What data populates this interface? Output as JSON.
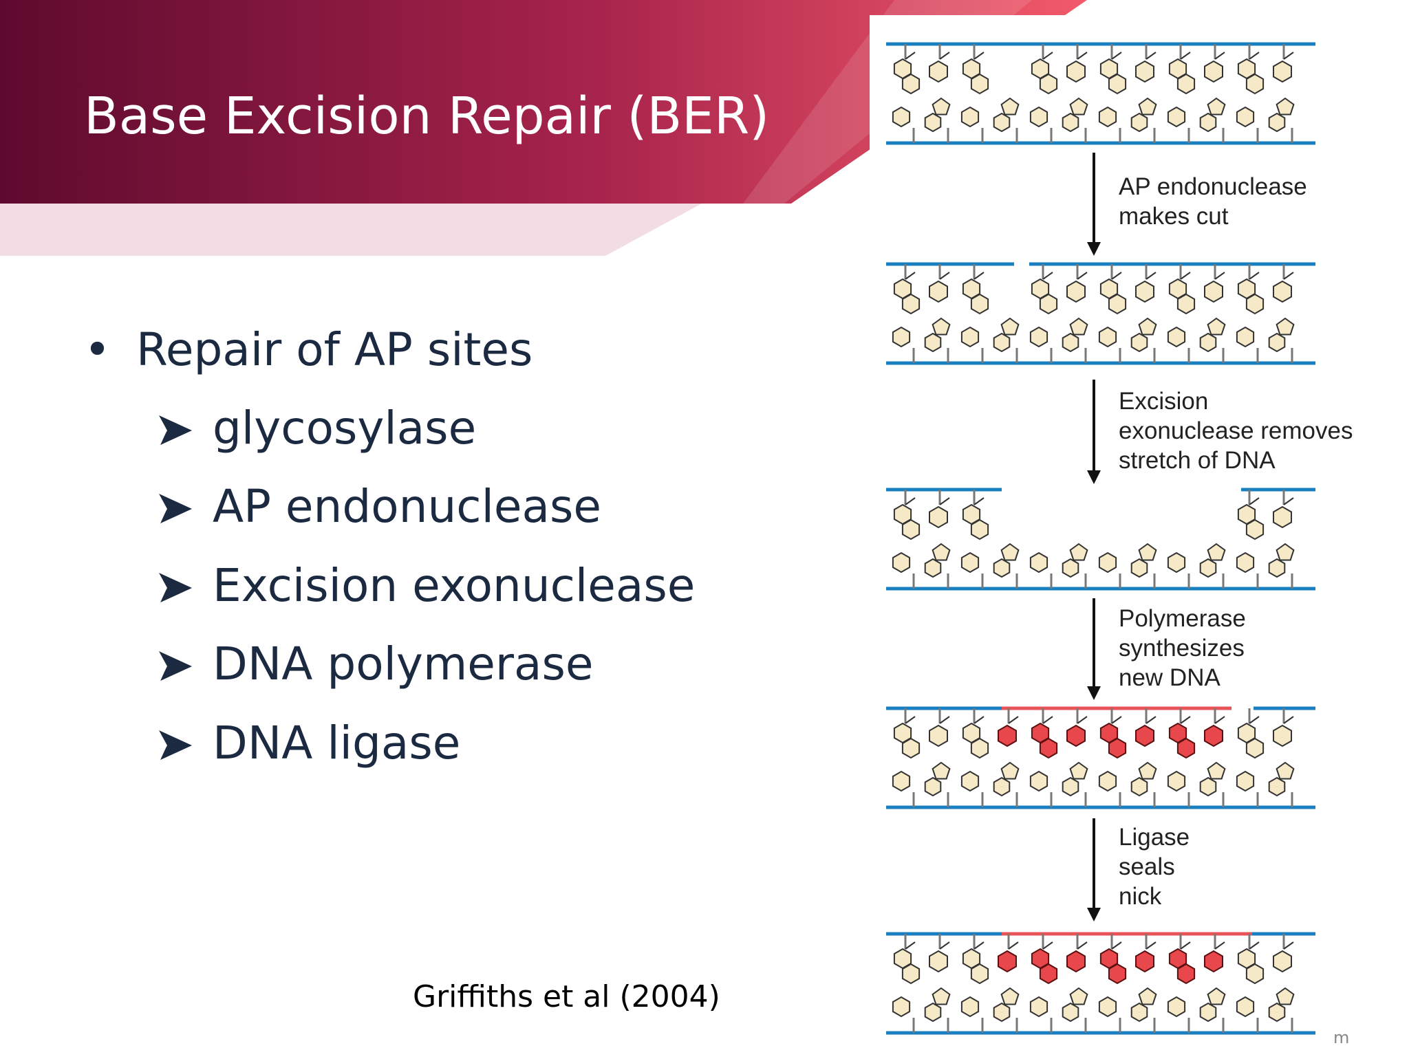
{
  "slide": {
    "title": "Base Excision Repair (BER)",
    "bullet": "Repair of AP sites",
    "sub_bullets": [
      "glycosylase",
      "AP endonuclease",
      "Excision exonuclease",
      "DNA polymerase",
      "DNA ligase"
    ],
    "citation": "Griffiths et al (2004)",
    "watermark": "m"
  },
  "diagram": {
    "steps": [
      {
        "lines": [
          "AP endonuclease",
          "makes cut"
        ]
      },
      {
        "lines": [
          "Excision",
          "exonuclease removes",
          "stretch of DNA"
        ]
      },
      {
        "lines": [
          "Polymerase",
          "synthesizes",
          "new DNA"
        ]
      },
      {
        "lines": [
          "Ligase",
          "seals",
          "nick"
        ]
      }
    ]
  },
  "colors": {
    "banner_dark": "#5e0a2e",
    "banner_light": "#f25a6a",
    "strand": "#1a7fc1",
    "new_strand": "#e8535a",
    "base_fill": "#f5e9c8",
    "new_base_fill": "#e8484c",
    "text_dark": "#1b2a41"
  }
}
